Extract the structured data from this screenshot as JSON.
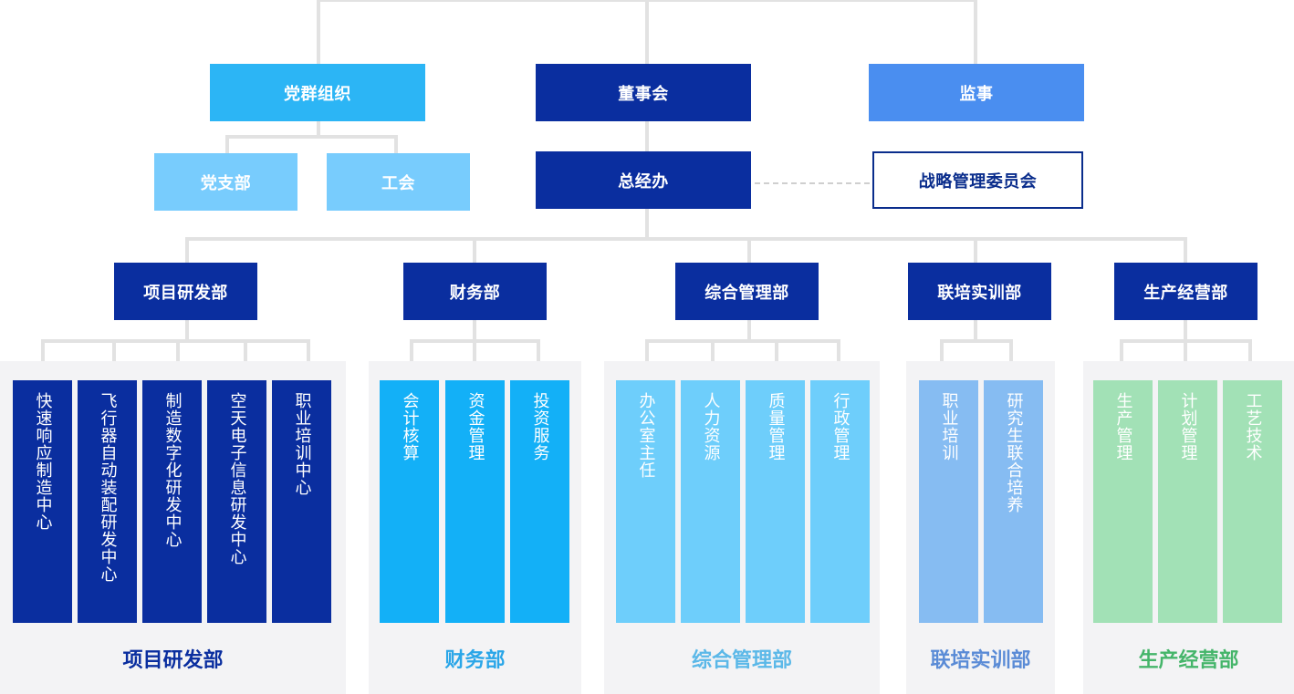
{
  "top": {
    "party": "党群组织",
    "board": "董事会",
    "supervisor": "监事",
    "party_branch": "党支部",
    "union": "工会",
    "general_office": "总经办",
    "strategy_committee": "战略管理委员会"
  },
  "departments": [
    {
      "name": "项目研发部",
      "color": "#0a2e9f",
      "title_color": "#0a2e9f",
      "units": [
        "快速响应制造中心",
        "飞行器自动装配研发中心",
        "制造数字化研发中心",
        "空天电子信息研发中心",
        "职业培训中心"
      ]
    },
    {
      "name": "财务部",
      "color": "#13b0f7",
      "title_color": "#2aa6e8",
      "units": [
        "会计核算",
        "资金管理",
        "投资服务"
      ]
    },
    {
      "name": "综合管理部",
      "color": "#6ecefb",
      "title_color": "#5bb8e8",
      "units": [
        "办公室主任",
        "人力资源",
        "质量管理",
        "行政管理"
      ]
    },
    {
      "name": "联培实训部",
      "color": "#86bcf2",
      "title_color": "#5a8bd6",
      "units": [
        "职业培训",
        "研究生联合培养"
      ]
    },
    {
      "name": "生产经营部",
      "color": "#a2e1b6",
      "title_color": "#45b56a",
      "units": [
        "生产管理",
        "计划管理",
        "工艺技术"
      ]
    }
  ],
  "colors": {
    "navy": "#0a2e9f",
    "party": "#2cb5f5",
    "supervisor": "#4a8ef0",
    "light_blue": "#78ccfd",
    "connector": "#e2e2e2"
  }
}
